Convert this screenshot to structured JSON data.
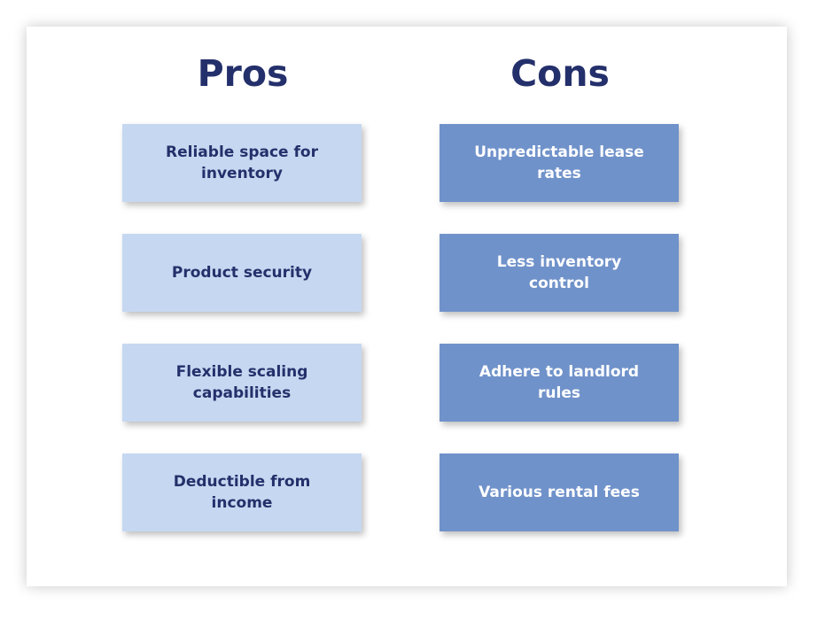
{
  "colors": {
    "heading_text": "#24306b",
    "pro_box_bg": "#c6d8f1",
    "pro_box_text": "#24306b",
    "con_box_bg": "#7092ca",
    "con_box_text": "#ffffff"
  },
  "pros": {
    "title": "Pros",
    "items": [
      "Reliable space for inventory",
      "Product security",
      "Flexible scaling capabilities",
      "Deductible from income"
    ]
  },
  "cons": {
    "title": "Cons",
    "items": [
      "Unpredictable lease rates",
      "Less inventory control",
      "Adhere to landlord rules",
      "Various rental fees"
    ]
  }
}
